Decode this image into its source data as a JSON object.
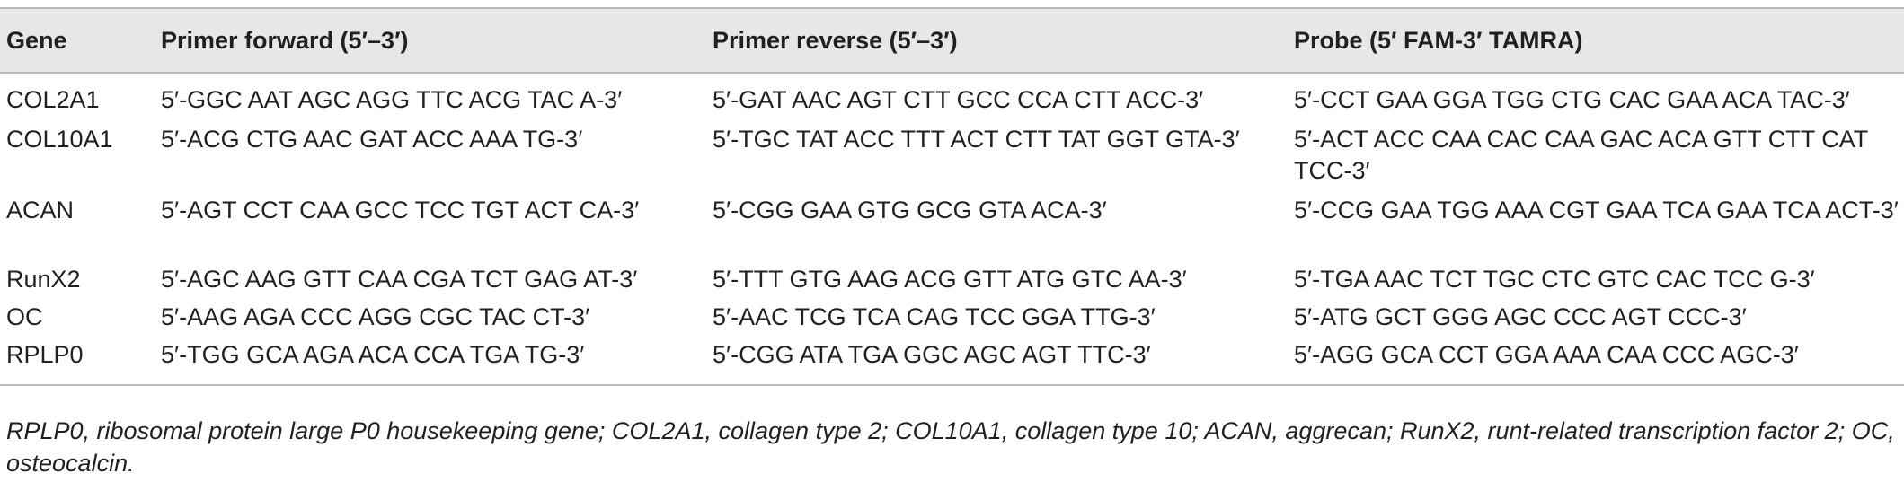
{
  "table": {
    "headers": {
      "gene": "Gene",
      "forward": "Primer forward (5′–3′)",
      "reverse": "Primer reverse (5′–3′)",
      "probe": "Probe (5′ FAM-3′ TAMRA)"
    },
    "rows": [
      {
        "gene": "COL2A1",
        "forward": "5′-GGC AAT AGC AGG TTC ACG TAC A-3′",
        "reverse": "5′-GAT AAC AGT CTT GCC CCA CTT ACC-3′",
        "probe": "5′-CCT GAA GGA TGG CTG CAC GAA ACA TAC-3′"
      },
      {
        "gene": "COL10A1",
        "forward": "5′-ACG CTG AAC GAT ACC AAA TG-3′",
        "reverse": "5′-TGC TAT ACC TTT ACT CTT TAT GGT GTA-3′",
        "probe": "5′-ACT ACC CAA CAC CAA GAC ACA GTT CTT CAT TCC-3′"
      },
      {
        "gene": "ACAN",
        "forward": "5′-AGT CCT CAA GCC TCC TGT ACT CA-3′",
        "reverse": "5′-CGG GAA GTG GCG GTA ACA-3′",
        "probe": "5′-CCG GAA TGG AAA CGT GAA TCA GAA TCA ACT-3′"
      },
      {
        "gene": "RunX2",
        "forward": "5′-AGC AAG GTT CAA CGA TCT GAG AT-3′",
        "reverse": "5′-TTT GTG AAG ACG GTT ATG GTC AA-3′",
        "probe": "5′-TGA AAC TCT TGC CTC GTC CAC TCC G-3′"
      },
      {
        "gene": "OC",
        "forward": "5′-AAG AGA CCC AGG CGC TAC CT-3′",
        "reverse": "5′-AAC TCG TCA CAG TCC GGA TTG-3′",
        "probe": "5′-ATG GCT GGG AGC CCC AGT CCC-3′"
      },
      {
        "gene": "RPLP0",
        "forward": "5′-TGG GCA AGA ACA CCA TGA TG-3′",
        "reverse": "5′-CGG ATA TGA GGC AGC AGT TTC-3′",
        "probe": "5′-AGG GCA CCT GGA AAA CAA CCC AGC-3′"
      }
    ]
  },
  "footnote": "RPLP0, ribosomal protein large P0 housekeeping gene; COL2A1, collagen type 2; COL10A1, collagen type 10; ACAN, aggrecan; RunX2, runt-related transcription factor 2; OC, osteocalcin.",
  "colors": {
    "header_background": "#e6e7e8",
    "rule": "#b8b8b8",
    "text": "#231f20"
  }
}
